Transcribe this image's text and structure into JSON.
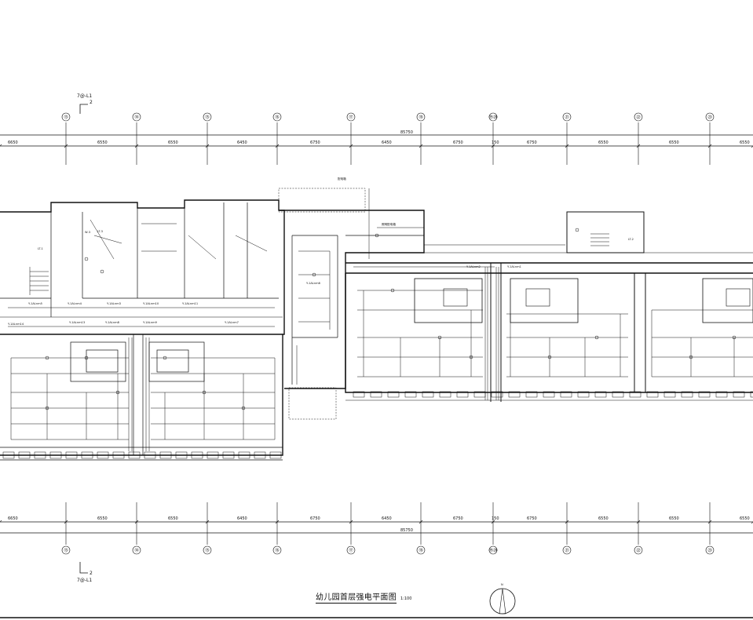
{
  "drawing": {
    "title": "幼儿园首层强电平面图",
    "scale": "1:100",
    "total_dimension": "85750",
    "section_marker": {
      "label": "7@-L1",
      "number": "2"
    },
    "north_label": "N",
    "colors": {
      "line": "#111111",
      "background": "#ffffff"
    },
    "grid_bubbles": [
      {
        "label": "⑬"
      },
      {
        "label": "⑭"
      },
      {
        "label": "⑮"
      },
      {
        "label": "⑯"
      },
      {
        "label": "⑰"
      },
      {
        "label": "⑱"
      },
      {
        "label": "⑲⑳"
      },
      {
        "label": "㉑"
      },
      {
        "label": "㉒"
      },
      {
        "label": "㉓"
      }
    ],
    "dimensions": [
      "6650",
      "6550",
      "6550",
      "6450",
      "6750",
      "6450",
      "6750",
      "150",
      "6750",
      "6550",
      "6550",
      "6550"
    ],
    "room_labels": [
      "LT-1",
      "LT-2",
      "LT-3",
      "W-3",
      "配电箱",
      "照明配电箱"
    ],
    "circuit_labels": [
      "Y-1ALnm5",
      "Y-1ALnm4",
      "Y-1ALnm3",
      "Y-1ALnm10",
      "Y-1ALnm11",
      "Y-1ALnm14",
      "Y-1ALnm13",
      "Y-1ALnm8",
      "Y-1ALnm9",
      "Y-1ALnm7",
      "Y-1ALnm6",
      "Y-1ALnm2",
      "Y-1ALnm1"
    ]
  }
}
